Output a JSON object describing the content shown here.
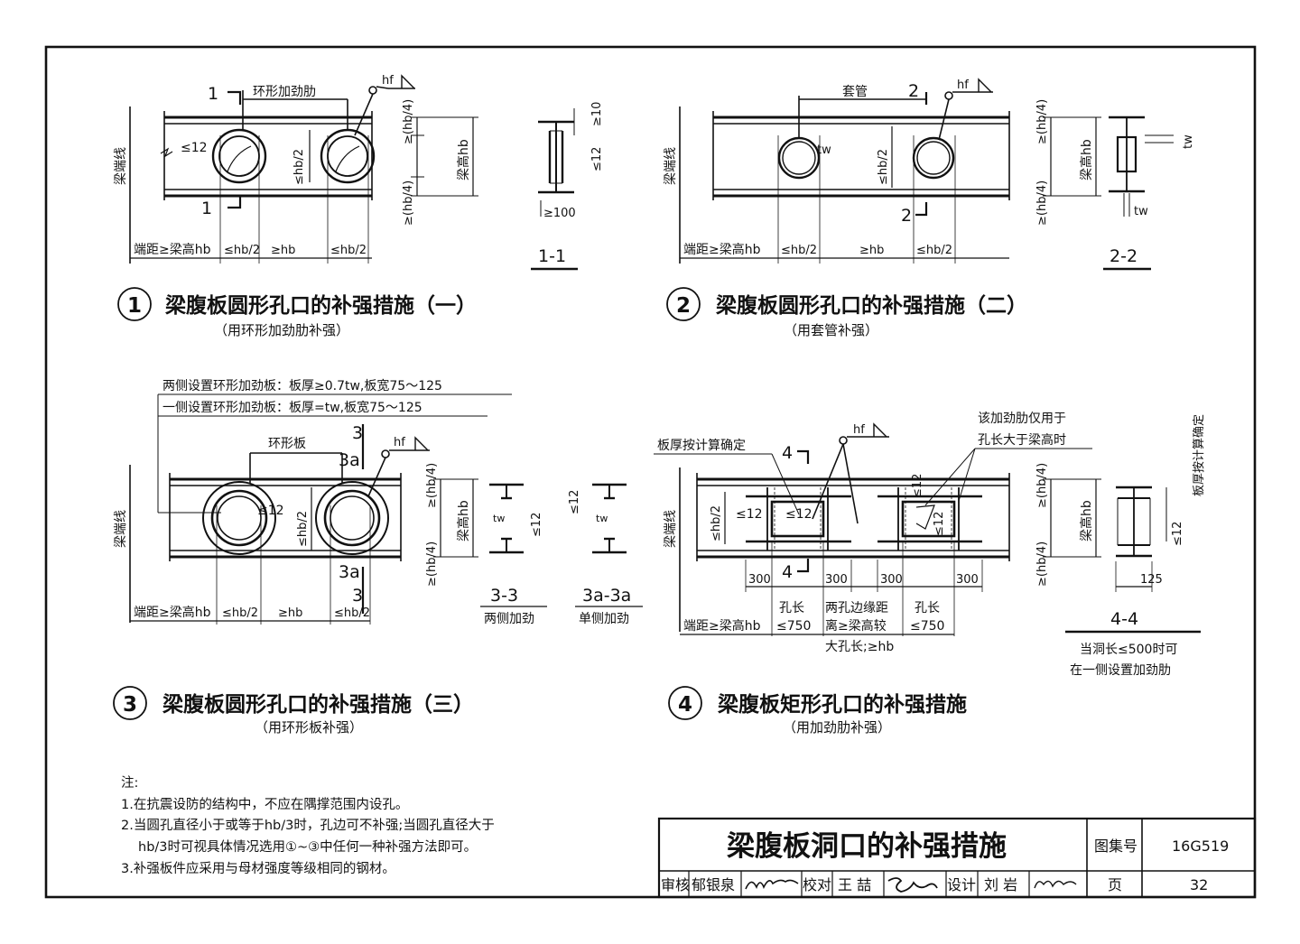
{
  "fig1": {
    "number": "1",
    "title": "梁腹板圆形孔口的补强措施（一）",
    "subtitle": "（用环形加劲肋补强）",
    "section_num": "1",
    "ring_rib": "环形加劲肋",
    "hf": "hf",
    "le12": "≤12",
    "r_le_hb2": "≤hb/2",
    "r_ge_hb4": "≥(hb/4)",
    "beam_h": "梁高hb",
    "beam_end": "梁端线",
    "bot_end": "端距≥梁高hb",
    "bot_a": "≤hb/2",
    "bot_b": "≥hb",
    "bot_c": "≤hb/2",
    "sec_label": "1-1",
    "sec_ge10": "≥10",
    "sec_le12": "≤12",
    "sec_ge100": "≥100"
  },
  "fig2": {
    "number": "2",
    "title": "梁腹板圆形孔口的补强措施（二）",
    "subtitle": "（用套管补强）",
    "section_num": "2",
    "sleeve": "套管",
    "hf": "hf",
    "tw": "tw",
    "r_le_hb2": "≤hb/2",
    "r_ge_hb4": "≥(hb/4)",
    "beam_h": "梁高hb",
    "beam_end": "梁端线",
    "bot_end": "端距≥梁高hb",
    "bot_a": "≤hb/2",
    "bot_b": "≥hb",
    "bot_c": "≤hb/2",
    "sec_label": "2-2",
    "sec_tw": "tw"
  },
  "fig3": {
    "number": "3",
    "title": "梁腹板圆形孔口的补强措施（三）",
    "subtitle": "（用环形板补强）",
    "note1": "两侧设置环形加劲板：板厚≥0.7tw,板宽75～125",
    "note2": "一侧设置环形加劲板：板厚=tw,板宽75～125",
    "ring_plate": "环形板",
    "sec3": "3",
    "sec3a": "3a",
    "hf": "hf",
    "le12": "≤12",
    "r_le_hb2": "≤hb/2",
    "r_ge_hb4": "≥(hb/4)",
    "beam_h": "梁高hb",
    "beam_end": "梁端线",
    "bot_end": "端距≥梁高hb",
    "bot_a": "≤hb/2",
    "bot_b": "≥hb",
    "bot_c": "≤hb/2",
    "s33": "3-3",
    "s33_sub": "两侧加劲",
    "s3a": "3a-3a",
    "s3a_sub": "单侧加劲",
    "tw": "tw"
  },
  "fig4": {
    "number": "4",
    "title": "梁腹板矩形孔口的补强措施",
    "subtitle": "（用加劲肋补强）",
    "plate_calc": "板厚按计算确定",
    "rib_only": "该加劲肋仅用于",
    "rib_only2": "孔长大于梁高时",
    "sec4": "4",
    "hf": "hf",
    "le12": "≤12",
    "r_le_hb2": "≤hb/2",
    "r_ge_hb4": "≥(hb/4)",
    "beam_h": "梁高hb",
    "beam_end": "梁端线",
    "d300": "300",
    "hole_len": "孔长",
    "le750": "≤750",
    "two_holes_1": "两孔边缘距",
    "two_holes_2": "离≥梁高较",
    "two_holes_3": "大孔长;≥hb",
    "bot_end": "端距≥梁高hb",
    "s44": "4-4",
    "s44_calc": "板厚按计算确定",
    "s44_125": "125",
    "s44_n1": "当洞长≤500时可",
    "s44_n2": "在一侧设置加劲肋"
  },
  "notes": {
    "head": "注:",
    "n1": "1.在抗震设防的结构中，不应在隅撑范围内设孔。",
    "n2a": "2.当圆孔直径小于或等于hb/3时，孔边可不补强;当圆孔直径大于",
    "n2b": "hb/3时可视具体情况选用①~③中任何一种补强方法即可。",
    "n3": "3.补强板件应采用与母材强度等级相同的钢材。"
  },
  "title_block": {
    "title": "梁腹板洞口的补强措施",
    "atlas_label": "图集号",
    "atlas_no": "16G519",
    "review": "审核",
    "reviewer": "郁银泉",
    "check": "校对",
    "checker": "王 喆",
    "design": "设计",
    "designer": "刘 岩",
    "page_label": "页",
    "page_no": "32"
  }
}
